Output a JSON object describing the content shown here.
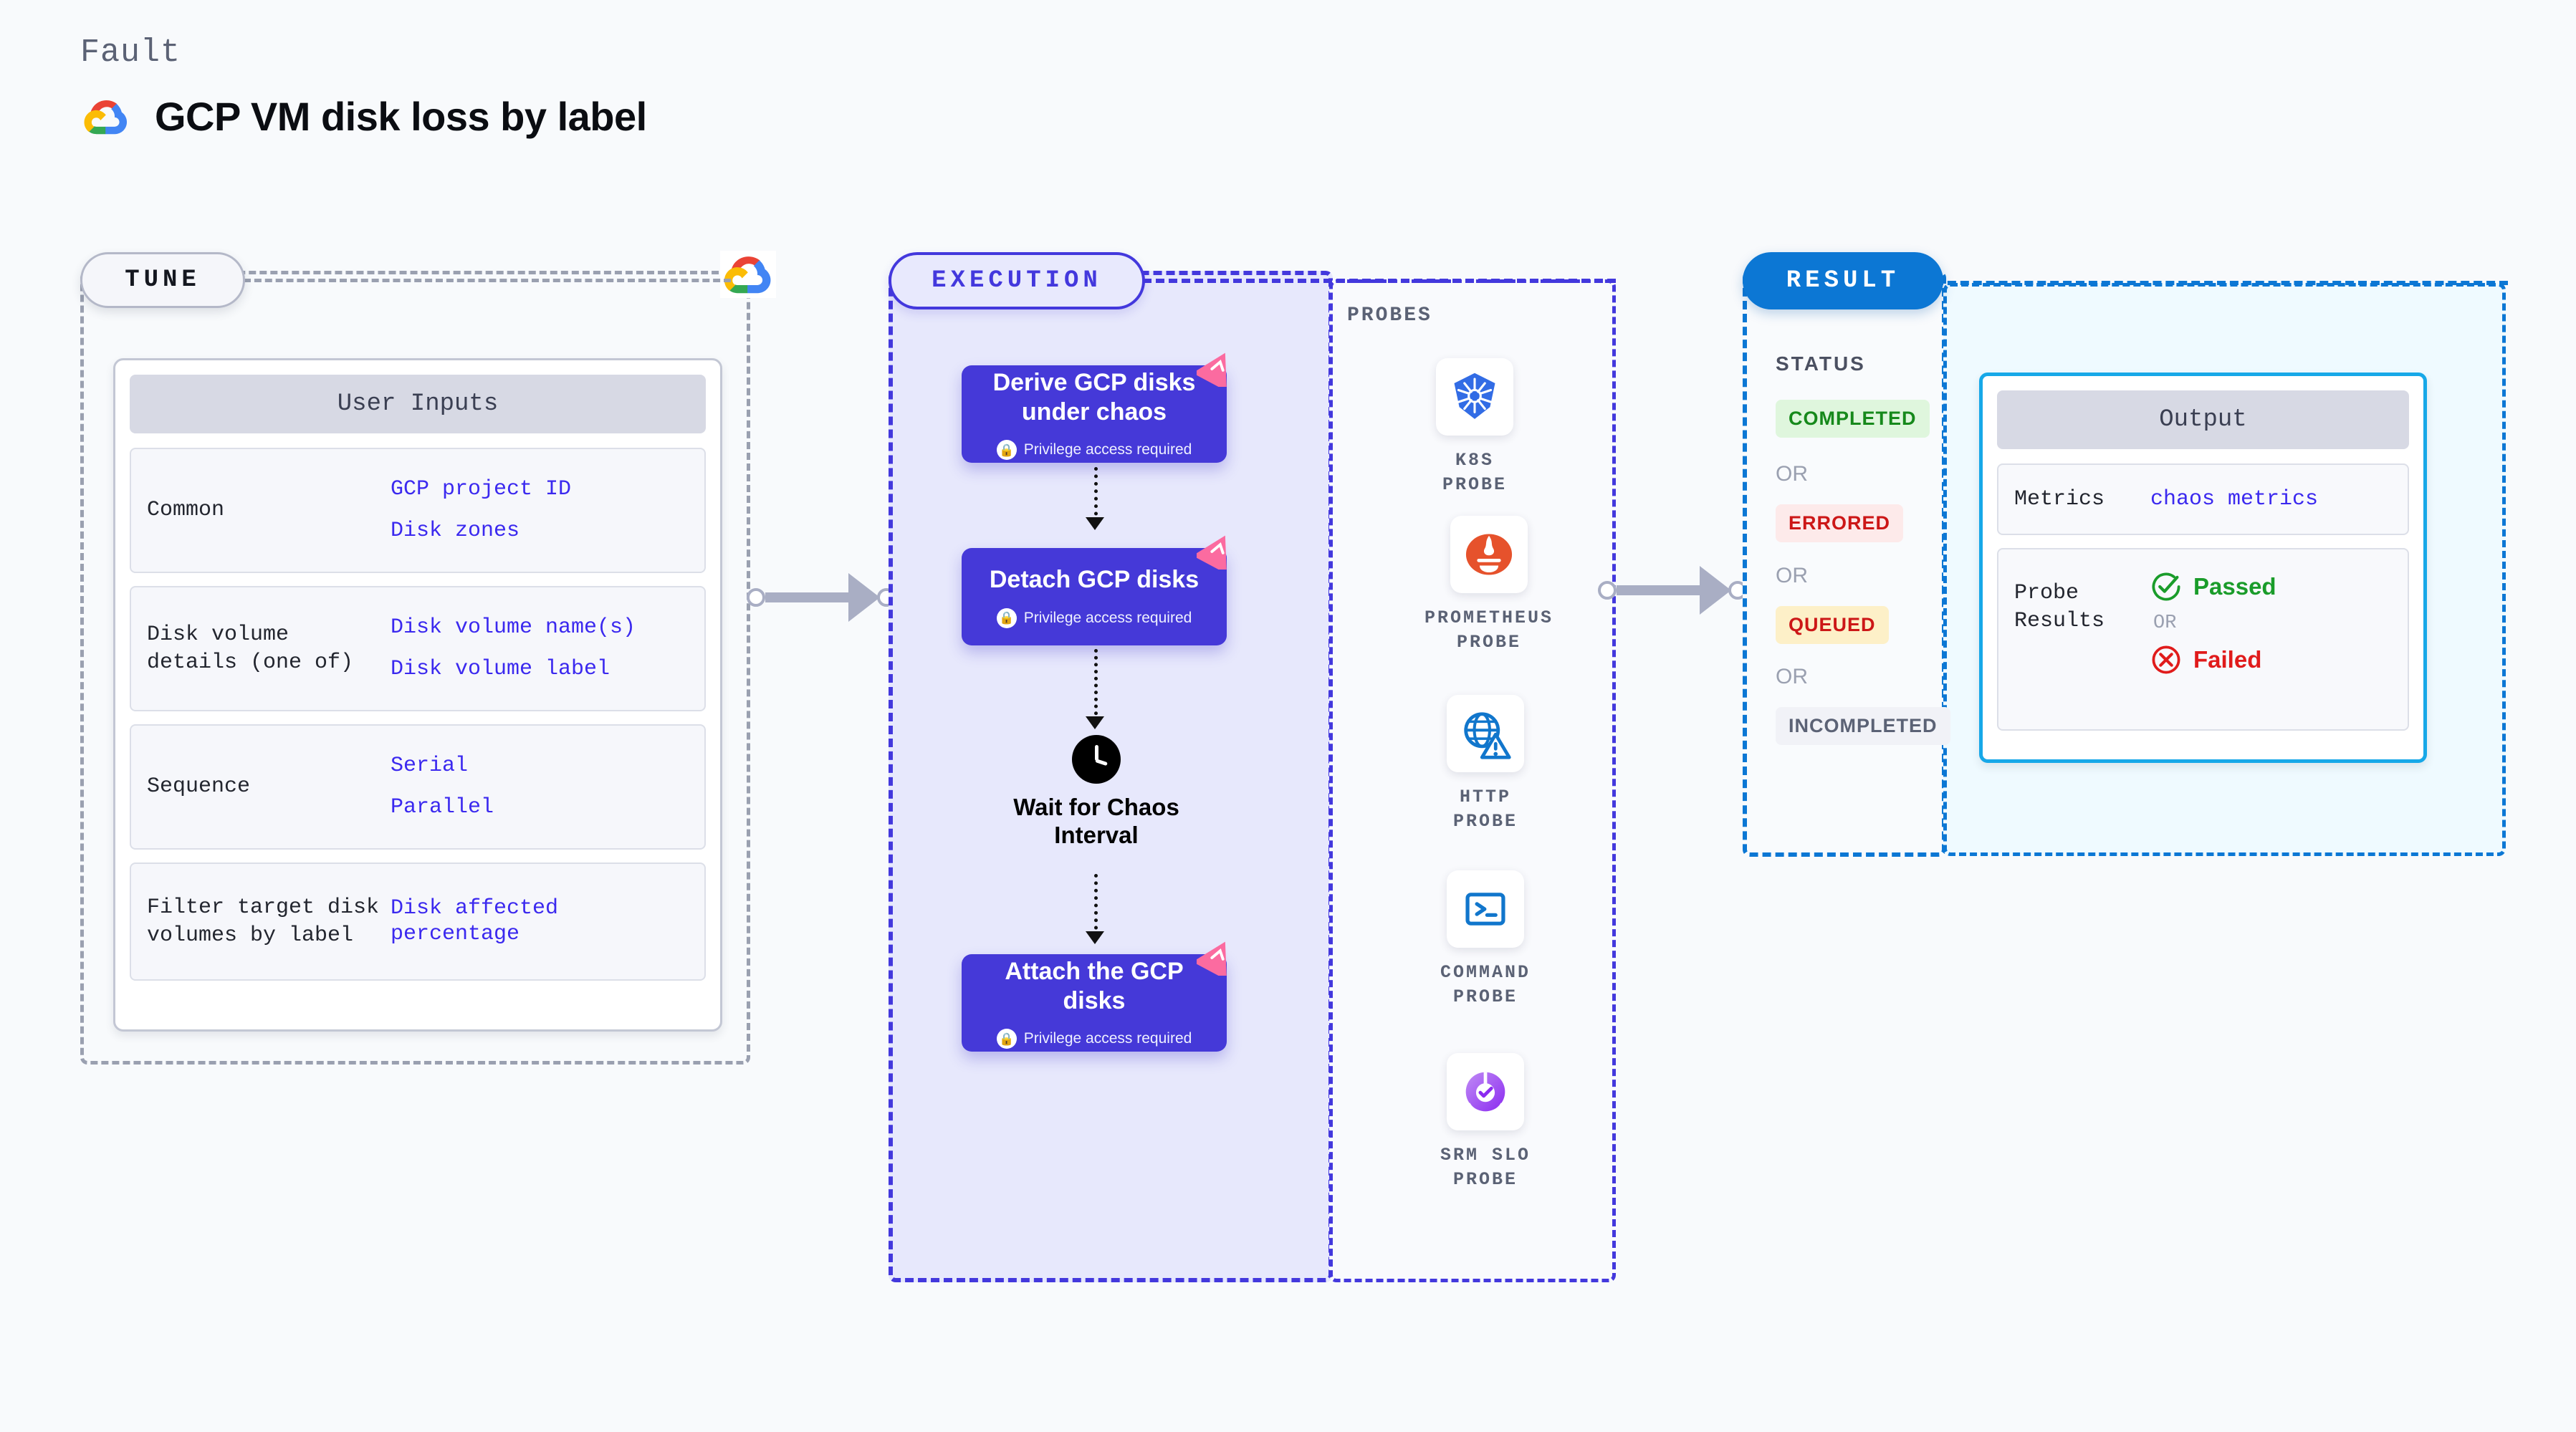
{
  "header": {
    "kicker": "Fault",
    "title": "GCP VM disk loss by label",
    "logo_icon": "gcp-logo-icon"
  },
  "tune": {
    "tag": "TUNE",
    "provider_icon": "gcp-logo-icon",
    "card_title": "User Inputs",
    "rows": [
      {
        "key": "Common",
        "values": [
          "GCP project ID",
          "Disk zones"
        ]
      },
      {
        "key": "Disk volume details (one of)",
        "values": [
          "Disk volume name(s)",
          "Disk volume label"
        ]
      },
      {
        "key": "Sequence",
        "values": [
          "Serial",
          "Parallel"
        ]
      },
      {
        "key": "Filter target disk volumes by label",
        "values": [
          "Disk affected percentage"
        ]
      }
    ]
  },
  "execution": {
    "tag": "EXECUTION",
    "privilege_note": "Privilege access required",
    "blocks": [
      {
        "title": "Derive GCP disks under chaos",
        "badge_icon": "litmus-badge-icon",
        "lock_icon": "lock-icon"
      },
      {
        "title": "Detach GCP disks",
        "badge_icon": "litmus-badge-icon",
        "lock_icon": "lock-icon"
      },
      {
        "title": "Attach the GCP disks",
        "badge_icon": "litmus-badge-icon",
        "lock_icon": "lock-icon"
      }
    ],
    "wait_node": {
      "label": "Wait for Chaos Interval",
      "icon": "clock-icon"
    }
  },
  "probes": {
    "label": "PROBES",
    "items": [
      {
        "name": "K8S PROBE",
        "icon": "kubernetes-icon"
      },
      {
        "name": "PROMETHEUS PROBE",
        "icon": "prometheus-icon"
      },
      {
        "name": "HTTP PROBE",
        "icon": "http-globe-warning-icon"
      },
      {
        "name": "COMMAND PROBE",
        "icon": "terminal-icon"
      },
      {
        "name": "SRM SLO PROBE",
        "icon": "srm-slo-icon"
      }
    ]
  },
  "result": {
    "tag": "RESULT",
    "status_label": "STATUS",
    "or_label": "OR",
    "statuses": [
      {
        "label": "COMPLETED",
        "bg": "#dff6dd",
        "fg": "#16891b"
      },
      {
        "label": "ERRORED",
        "bg": "#fdeaea",
        "fg": "#cc1717"
      },
      {
        "label": "QUEUED",
        "bg": "#fdf0c8",
        "fg": "#cc1717"
      },
      {
        "label": "INCOMPLETED",
        "bg": "#f1f2f7",
        "fg": "#5b6275"
      }
    ],
    "output": {
      "card_title": "Output",
      "metrics_key": "Metrics",
      "metrics_value": "chaos metrics",
      "probe_results_key": "Probe Results",
      "passed_label": "Passed",
      "failed_label": "Failed",
      "or_label": "OR",
      "passed_icon": "check-circle-icon",
      "failed_icon": "x-circle-icon"
    }
  },
  "colors": {
    "accent_execution": "#4338dd",
    "accent_result": "#0c77d4",
    "accent_output_border": "#17a8e8",
    "link_blue": "#3b29ef",
    "badge_pink": "#fb6ba0",
    "passed_green": "#1a9c2a",
    "failed_red": "#e01b1b"
  },
  "connectors": [
    {
      "name": "tune-to-execution"
    },
    {
      "name": "execution-to-result"
    }
  ]
}
